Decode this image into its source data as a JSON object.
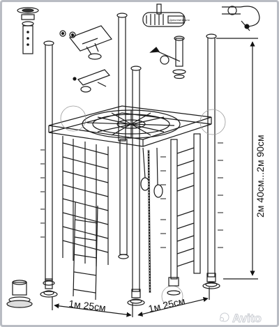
{
  "dimensions": {
    "height_label": "2м 40см...2м 90см",
    "width_left_label": "1м 25см",
    "width_right_label": "1м 25см"
  },
  "watermark": {
    "text": "Avito"
  },
  "component_details": {
    "clamp_text": "Дополнительно"
  },
  "colors": {
    "line": "#1a1a1a",
    "frame_border": "#b9bcc3",
    "background": "#ffffff"
  }
}
